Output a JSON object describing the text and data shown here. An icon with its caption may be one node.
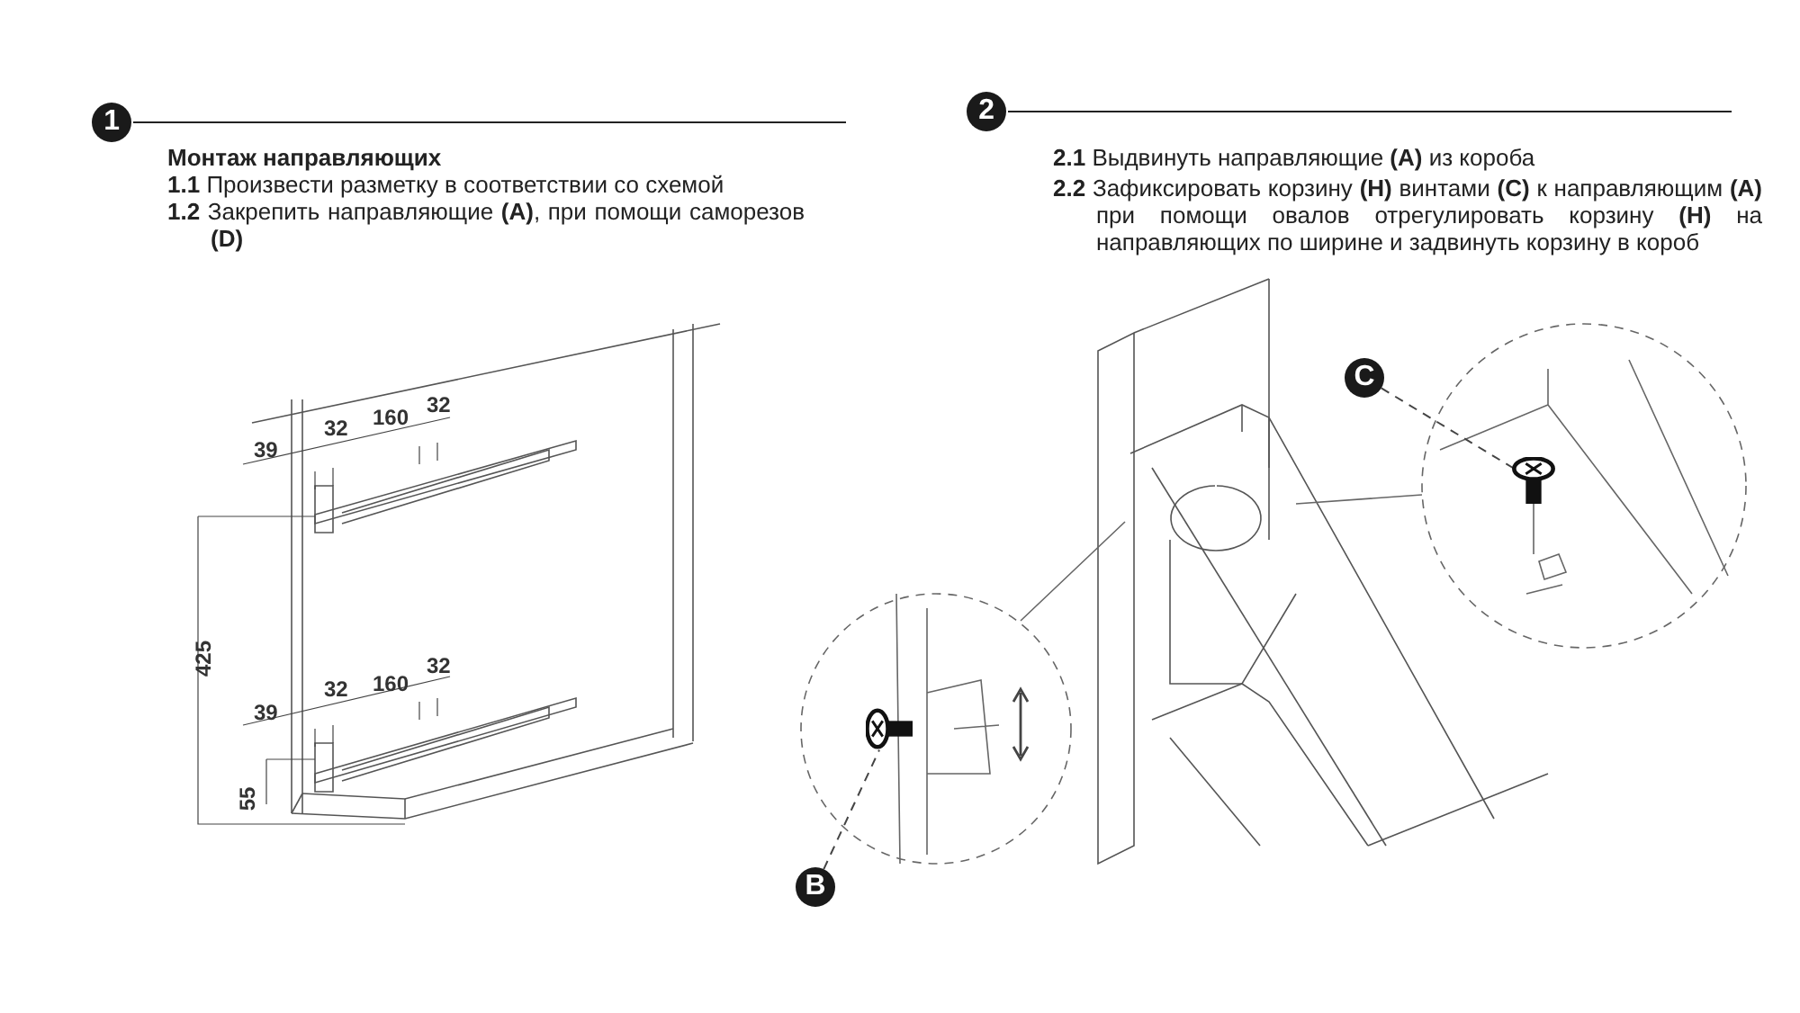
{
  "diagram": {
    "nodes": [
      {
        "text": [
          "1"
        ]
      },
      {
        "text": [
          "2"
        ]
      },
      {
        "text": [
          "B"
        ]
      },
      {
        "text": [],
        "shape": "picture"
      },
      {
        "text": [
          "C"
        ]
      },
      {
        "text": [],
        "shape": "picture"
      }
    ],
    "edges": [
      {
        "from": 2,
        "to": 3,
        "arrow": "none",
        "style": "dashed"
      },
      {
        "from": 4,
        "to": 5,
        "arrow": "none",
        "style": "dashed"
      }
    ],
    "labels": [
      "Монтаж направляющих",
      "**1.1** Произвести разметку в соответствии со схемой",
      "**1.2** Закрепить направляющие **(A)**, при помощи саморезов **(D)**",
      "**2.1** Выдвинуть направляющие **(A)** из короба",
      "**2.2** Зафиксировать корзину **(H)** винтами **(C)** к направляющим **(A)** при помощи овалов отрегулировать корзину **(H)** на направляющих по ширине и задвинуть корзину в короб",
      "39",
      "32",
      "160",
      "32",
      "425",
      "39",
      "32",
      "160",
      "32",
      "55"
    ]
  }
}
